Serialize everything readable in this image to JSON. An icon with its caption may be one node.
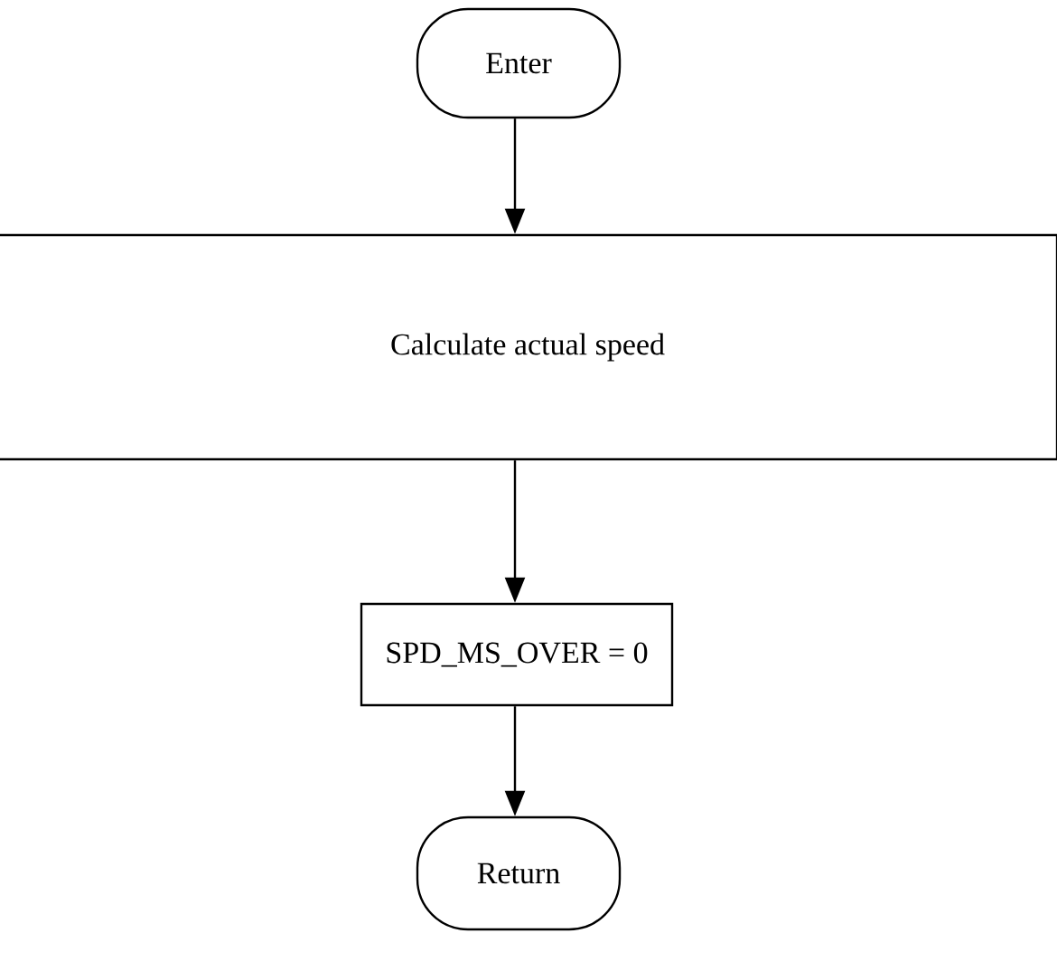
{
  "diagram": {
    "nodes": [
      {
        "text": [
          "Enter"
        ]
      },
      {
        "text": [
          "Calculate actual speed"
        ]
      },
      {
        "text": [
          "SPD_MS_OVER = 0"
        ]
      },
      {
        "text": [
          "Return"
        ]
      }
    ],
    "edges": [
      {
        "from": 0,
        "to": 1,
        "arrow": "to"
      },
      {
        "from": 1,
        "to": 2,
        "arrow": "to"
      },
      {
        "from": 2,
        "to": 3,
        "arrow": "to"
      }
    ]
  }
}
